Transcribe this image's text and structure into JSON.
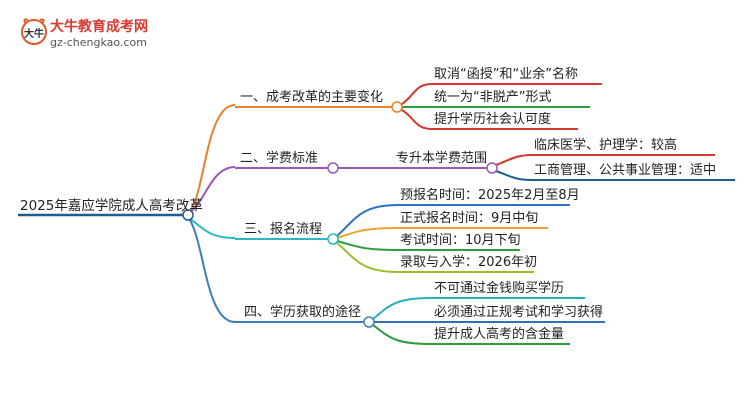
{
  "logo": {
    "title": "大牛教育成考网",
    "url": "gz-chengkao.com",
    "mark_text": "大牛"
  },
  "colors": {
    "root": "#1f5d8c",
    "b1": "#e9802c",
    "b2": "#9b59b6",
    "b3": "#2cb7c9",
    "b4": "#3f7fb8",
    "g_red": "#d6362b",
    "g_green": "#2e9e3a",
    "g_orange": "#f0a02c",
    "g_olive": "#9bbf2c",
    "g_blue": "#2f6fc0",
    "g_teal": "#27b0c0",
    "g_darkblue": "#1f5d8c"
  },
  "root": {
    "label": "2025年嘉应学院成人高考改革"
  },
  "branches": [
    {
      "label": "一、成考改革的主要变化",
      "children": [
        {
          "label": "取消“函授”和“业余”名称"
        },
        {
          "label": "统一为“非脱产”形式"
        },
        {
          "label": "提升学历社会认可度"
        }
      ]
    },
    {
      "label": "二、学费标准",
      "mid_label": "专升本学费范围",
      "children": [
        {
          "label": "临床医学、护理学：较高"
        },
        {
          "label": "工商管理、公共事业管理：适中"
        }
      ]
    },
    {
      "label": "三、报名流程",
      "children": [
        {
          "label": "预报名时间：2025年2月至8月"
        },
        {
          "label": "正式报名时间：9月中旬"
        },
        {
          "label": "考试时间：10月下旬"
        },
        {
          "label": "录取与入学：2026年初"
        }
      ]
    },
    {
      "label": "四、学历获取的途径",
      "children": [
        {
          "label": "不可通过金钱购买学历"
        },
        {
          "label": "必须通过正规考试和学习获得"
        },
        {
          "label": "提升成人高考的含金量"
        }
      ]
    }
  ]
}
